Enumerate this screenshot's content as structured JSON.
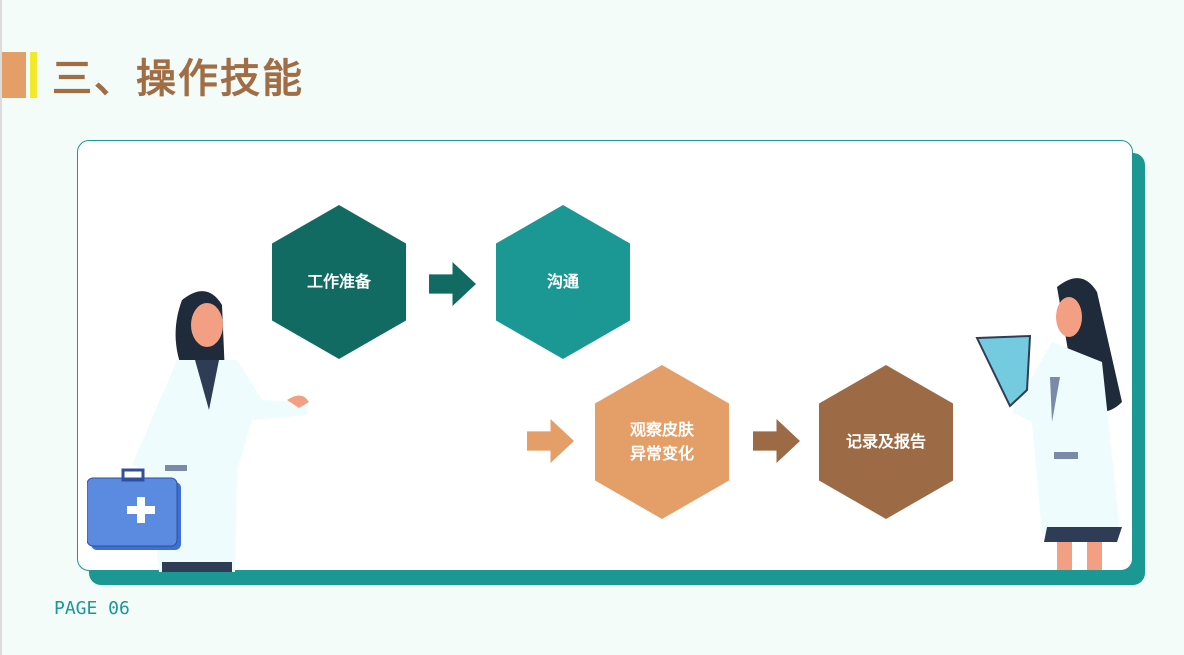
{
  "title": "三、操作技能",
  "steps": [
    "工作准备",
    "沟通",
    "观察皮肤\n异常变化",
    "记录及报告"
  ],
  "colors": {
    "step1": "#116b62",
    "step2": "#1b9794",
    "step3": "#e49e68",
    "step4": "#9c6a45"
  },
  "footer": "PAGE 06"
}
